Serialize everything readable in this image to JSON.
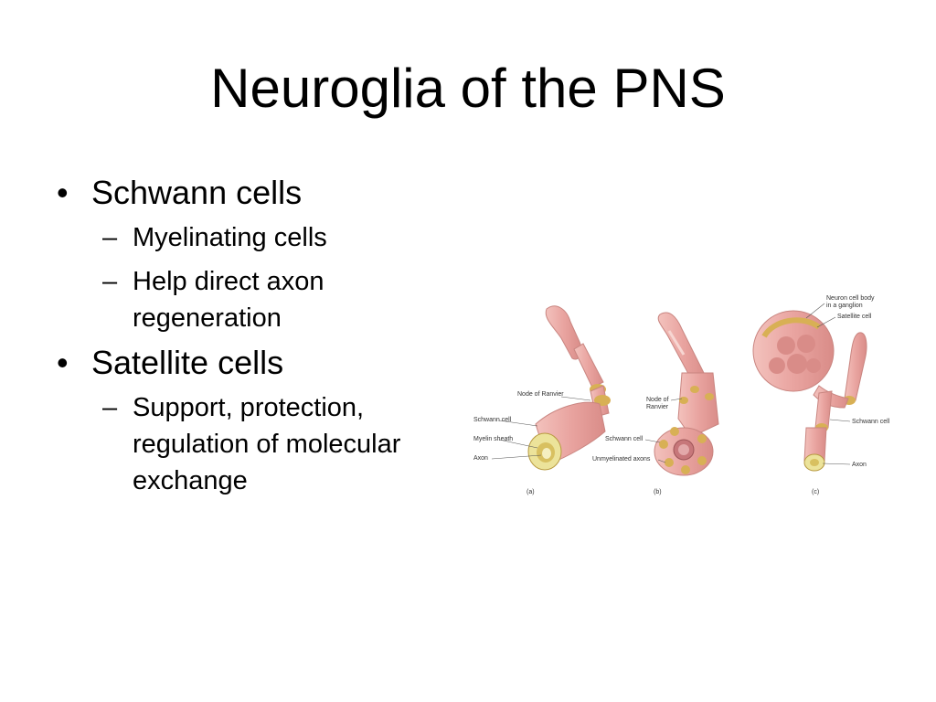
{
  "slide": {
    "title": "Neuroglia of the PNS",
    "bullets": [
      {
        "text": "Schwann cells",
        "subs": [
          "Myelinating cells",
          "Help direct axon regeneration"
        ]
      },
      {
        "text": "Satellite cells",
        "subs": [
          "Support, protection, regulation of molecular exchange"
        ]
      }
    ]
  },
  "figure": {
    "labels": {
      "node_of_ranvier": "Node of Ranvier",
      "schwann_cell": "Schwann cell",
      "myelin_sheath": "Myelin sheath",
      "axon": "Axon",
      "node_of": "Node of",
      "ranvier": "Ranvier",
      "unmyelinated_axons": "Unmyelinated axons",
      "neuron_cell_body": "Neuron cell body",
      "in_a_ganglion": "in a ganglion",
      "satellite_cell": "Satellite cell"
    },
    "panels": [
      "(a)",
      "(b)",
      "(c)"
    ]
  },
  "colors": {
    "tissue": "#e9a4a0",
    "node": "#d8b055",
    "sheath": "#ece39a"
  }
}
